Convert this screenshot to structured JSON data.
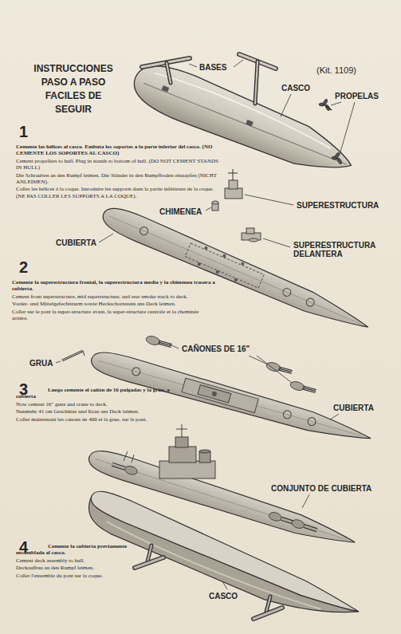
{
  "diagram": {
    "title": "INSTRUCCIONES PASO A PASO FACILES DE SEGUIR",
    "labels": [
      "(Kit. 1109)",
      "BASES",
      "CASCO",
      "PROPELAS",
      "1",
      "Cemente las hélices al casco. Embuta los soportes a la parte inferior del casco. (NO CEMENTE LOS SOPORTES AL CASCO)",
      "Cement propellers to hull. Plug in stands to bottom of hull. (DO NOT CEMENT STANDS IN HULL)",
      "Die Schrauben an den Rumpf leimen. Die Ständer in den Rumpfboden einzapfen (NICHT ANLEIMEN).",
      "Coller les hélices à la coque. Introduire les supports dans la partie inférieure de la coque. (NE PAS COLLER LES SUPPORTS A LA COQUE).",
      "SUPERESTRUCTURA",
      "CHIMENEA",
      "CUBIERTA",
      "SUPERESTRUCTURA DELANTERA",
      "2",
      "Cemente la superestructura frontal, la superestructura media y la chimenea trasera a cubierta.",
      "Cement front superstructure, mid superstructure, and rear smoke stack to deck.",
      "Vorder- und Mittelgefechtsturm sowie Heckschornstein ans Deck leimen.",
      "Coller sur le pont la super-structure avant, la super-structure centrale et la cheminée arrière.",
      "CAÑONES DE 16\"",
      "GRUA",
      "3",
      "Luego cemente el cañón de 16 pulgadas y la grúa, a cubierta",
      "Now cement 16\" guns and crane to deck.",
      "Nunmehr 41 cm Geschütze und Kran ans Deck leimen.",
      "Coller maintenant les canons de 400 et la grue, sur le pont.",
      "CUBIERTA",
      "CONJUNTO DE CUBIERTA",
      "4",
      "Cemente la cubierta previamente ensamblada al casco.",
      "Cement deck assembly to hull.",
      "Deckaufbau an den Rumpf leimen.",
      "Coller l'ensemble du pont sur la coque.",
      "CASCO"
    ]
  }
}
